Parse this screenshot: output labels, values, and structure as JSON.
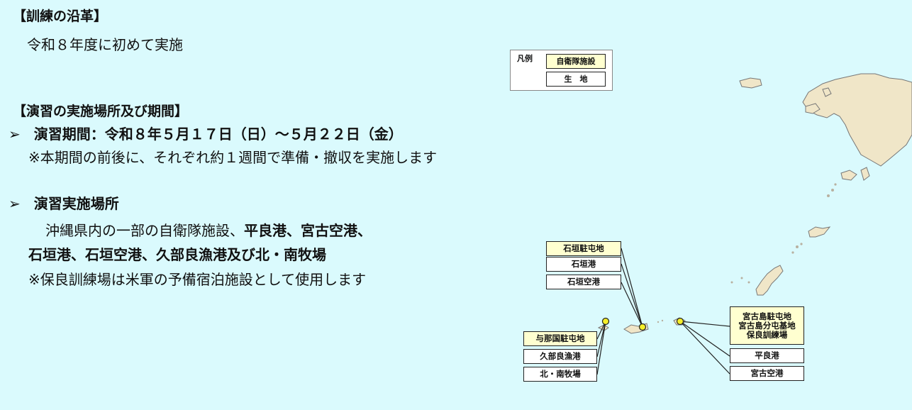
{
  "history": {
    "heading": "【訓練の沿革】",
    "text": "令和８年度に初めて実施"
  },
  "exercise": {
    "heading": "【演習の実施場所及び期間】",
    "period_marker": "➢",
    "period_label": "演習期間：",
    "period_value": "令和８年５月１７日（日）～５月２２日（金）",
    "period_note": "※本期間の前後に、それぞれ約１週間で準備・撤収を実施します",
    "place_marker": "➢",
    "place_label": "演習実施場所",
    "place_line1_normal": "沖縄県内の一部の自衛隊施設、",
    "place_line1_bold": "平良港、宮古空港、",
    "place_line2_bold": "石垣港、石垣空港、久部良漁港及び北・南牧場",
    "place_note": "※保良訓練場は米軍の予備宿泊施設として使用します"
  },
  "legend": {
    "title": "凡例",
    "sdf_facility": "自衛隊施設",
    "civilian": "生　地"
  },
  "map_labels": {
    "ishigaki": [
      "石垣駐屯地",
      "石垣港",
      "石垣空港"
    ],
    "yonaguni": [
      "与那国駐屯地",
      "久部良漁港",
      "北・南牧場"
    ],
    "miyako_sdf": [
      "宮古島駐屯地",
      "宮古島分屯基地",
      "保良訓練場"
    ],
    "miyako_civ": [
      "平良港",
      "宮古空港"
    ]
  },
  "colors": {
    "background": "#dafafd",
    "land": "#f0e6c8",
    "sdf_box": "#ffffd0",
    "marker": "#f5ee2a"
  }
}
